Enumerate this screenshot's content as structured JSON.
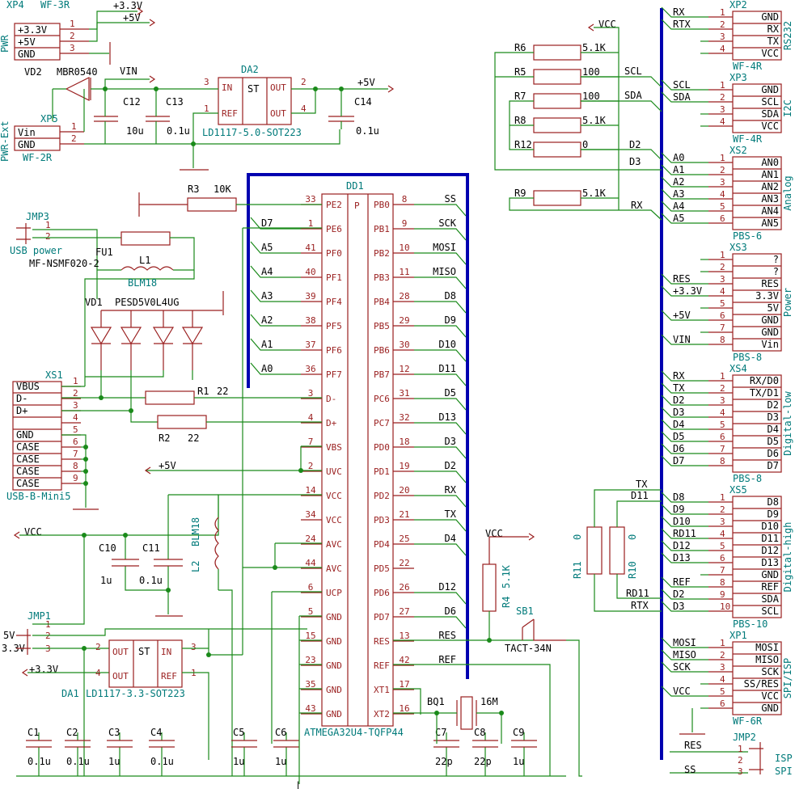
{
  "power_in": {
    "xp4": "XP4",
    "xp4_type": "WF-3R",
    "pwr_label": "PWR",
    "pins": [
      "+3.3V",
      "+5V",
      "GND"
    ],
    "net_3v3": "+3.3V",
    "net_5v": "+5V",
    "vd2": "VD2",
    "vd2_part": "MBR0540",
    "vin": "VIN",
    "xp5": "XP5",
    "pwr_ext": "PWR-Ext",
    "xp5_type": "WF-2R",
    "xp5_pins": [
      "Vin",
      "GND"
    ]
  },
  "da2": {
    "ref": "DA2",
    "part": "LD1117-5.0-SOT223",
    "st": "ST",
    "in": "IN",
    "out": "OUT",
    "ref_pin": "REF",
    "out_net": "+5V"
  },
  "caps_top": {
    "c12": "C12",
    "c12v": "10u",
    "c13": "C13",
    "c13v": "0.1u",
    "c14": "C14",
    "c14v": "0.1u"
  },
  "mcu": {
    "ref": "DD1",
    "part": "ATMEGA32U4-TQFP44",
    "p": "P",
    "left_pins": [
      {
        "num": "33",
        "name": "PE2",
        "net": ""
      },
      {
        "num": "1",
        "name": "PE6",
        "net": "D7"
      },
      {
        "num": "41",
        "name": "PF0",
        "net": "A5"
      },
      {
        "num": "40",
        "name": "PF1",
        "net": "A4"
      },
      {
        "num": "39",
        "name": "PF4",
        "net": "A3"
      },
      {
        "num": "38",
        "name": "PF5",
        "net": "A2"
      },
      {
        "num": "37",
        "name": "PF6",
        "net": "A1"
      },
      {
        "num": "36",
        "name": "PF7",
        "net": "A0"
      },
      {
        "num": "3",
        "name": "D-",
        "net": ""
      },
      {
        "num": "4",
        "name": "D+",
        "net": ""
      },
      {
        "num": "7",
        "name": "VBS",
        "net": ""
      },
      {
        "num": "2",
        "name": "UVC",
        "net": ""
      },
      {
        "num": "14",
        "name": "VCC",
        "net": ""
      },
      {
        "num": "34",
        "name": "VCC",
        "net": ""
      },
      {
        "num": "24",
        "name": "AVC",
        "net": ""
      },
      {
        "num": "44",
        "name": "AVC",
        "net": ""
      },
      {
        "num": "6",
        "name": "UCP",
        "net": ""
      },
      {
        "num": "5",
        "name": "GND",
        "net": ""
      },
      {
        "num": "15",
        "name": "GND",
        "net": ""
      },
      {
        "num": "23",
        "name": "GND",
        "net": ""
      },
      {
        "num": "35",
        "name": "GND",
        "net": ""
      },
      {
        "num": "43",
        "name": "GND",
        "net": ""
      }
    ],
    "right_pins": [
      {
        "num": "8",
        "name": "PB0",
        "net": "SS"
      },
      {
        "num": "9",
        "name": "PB1",
        "net": "SCK"
      },
      {
        "num": "10",
        "name": "PB2",
        "net": "MOSI"
      },
      {
        "num": "11",
        "name": "PB3",
        "net": "MISO"
      },
      {
        "num": "28",
        "name": "PB4",
        "net": "D8"
      },
      {
        "num": "29",
        "name": "PB5",
        "net": "D9"
      },
      {
        "num": "30",
        "name": "PB6",
        "net": "D10"
      },
      {
        "num": "12",
        "name": "PB7",
        "net": "D11"
      },
      {
        "num": "31",
        "name": "PC6",
        "net": "D5"
      },
      {
        "num": "32",
        "name": "PC7",
        "net": "D13"
      },
      {
        "num": "18",
        "name": "PD0",
        "net": "D3"
      },
      {
        "num": "19",
        "name": "PD1",
        "net": "D2"
      },
      {
        "num": "20",
        "name": "PD2",
        "net": "RX"
      },
      {
        "num": "21",
        "name": "PD3",
        "net": "TX"
      },
      {
        "num": "25",
        "name": "PD4",
        "net": "D4"
      },
      {
        "num": "22",
        "name": "PD5",
        "net": ""
      },
      {
        "num": "26",
        "name": "PD6",
        "net": "D12"
      },
      {
        "num": "27",
        "name": "PD7",
        "net": "D6"
      },
      {
        "num": "13",
        "name": "RES",
        "net": "RES"
      },
      {
        "num": "42",
        "name": "REF",
        "net": "REF"
      },
      {
        "num": "17",
        "name": "XT1",
        "net": ""
      },
      {
        "num": "16",
        "name": "XT2",
        "net": ""
      }
    ]
  },
  "usb": {
    "jmp3": "JMP3",
    "usb_power": "USB power",
    "fu1": "FU1",
    "fu1_part": "MF-NSMF020-2",
    "l1": "L1",
    "l1_part": "BLM18",
    "vd1": "VD1",
    "vd1_part": "PESD5V0L4UG",
    "xs1": "XS1",
    "xs1_type": "USB-B-Mini5",
    "pins": [
      "VBUS",
      "D-",
      "D+",
      "",
      "GND",
      "CASE",
      "CASE",
      "CASE",
      "CASE"
    ],
    "r1": "R1",
    "r1v": "22",
    "r2": "R2",
    "r2v": "22",
    "r3": "R3",
    "r3v": "10K",
    "p5v": "+5V"
  },
  "lower_left": {
    "vcc": "VCC",
    "c10": "C10",
    "c10v": "1u",
    "c11": "C11",
    "c11v": "0.1u",
    "l2": "L2",
    "l2_part": "BLM18",
    "jmp1": "JMP1",
    "opt5v": "5V",
    "opt33": "3.3V",
    "p33": "+3.3V",
    "da1": "DA1",
    "da1_part": "LD1117-3.3-SOT223",
    "caps": [
      {
        "ref": "C1",
        "val": "0.1u"
      },
      {
        "ref": "C2",
        "val": "0.1u"
      },
      {
        "ref": "C3",
        "val": "1u"
      },
      {
        "ref": "C4",
        "val": "0.1u"
      },
      {
        "ref": "C5",
        "val": "1u"
      },
      {
        "ref": "C6",
        "val": "1u"
      },
      {
        "ref": "C7",
        "val": "22p"
      },
      {
        "ref": "C8",
        "val": "22p"
      },
      {
        "ref": "C9",
        "val": "1u"
      }
    ],
    "bq1": "BQ1",
    "bq1v": "16M",
    "r4": "R4",
    "r4v": "5.1K",
    "sb1": "SB1",
    "sb1_part": "TACT-34N"
  },
  "right_block": {
    "vcc": "VCC",
    "resistors": [
      {
        "ref": "R6",
        "val": "5.1K"
      },
      {
        "ref": "R5",
        "val": "100"
      },
      {
        "ref": "R7",
        "val": "100"
      },
      {
        "ref": "R8",
        "val": "5.1K"
      },
      {
        "ref": "R12",
        "val": "0"
      },
      {
        "ref": "R9",
        "val": "5.1K"
      }
    ],
    "nets": [
      "SCL",
      "SDA",
      "D2",
      "D3",
      "RX"
    ],
    "r11": "R11",
    "r11v": "0",
    "r10": "R10",
    "r10v": "0"
  },
  "connectors": [
    {
      "ref": "XP2",
      "type": "WF-4R",
      "group": "RS232",
      "left": [
        "RX",
        "RTX",
        "",
        ""
      ],
      "pins": [
        "GND",
        "RX",
        "TX",
        "VCC"
      ]
    },
    {
      "ref": "XP3",
      "type": "WF-4R",
      "group": "I2C",
      "left": [
        "SCL",
        "SDA",
        "",
        ""
      ],
      "pins": [
        "GND",
        "SCL",
        "SDA",
        "VCC"
      ]
    },
    {
      "ref": "XS2",
      "type": "PBS-6",
      "group": "Analog",
      "left": [
        "A0",
        "A1",
        "A2",
        "A3",
        "A4",
        "A5"
      ],
      "pins": [
        "AN0",
        "AN1",
        "AN2",
        "AN3",
        "AN4",
        "AN5"
      ]
    },
    {
      "ref": "XS3",
      "type": "PBS-8",
      "group": "Power",
      "left": [
        "",
        "",
        "RES",
        "+3.3V",
        "",
        "+5V",
        "",
        "VIN"
      ],
      "pins": [
        "?",
        "?",
        "RES",
        "3.3V",
        "5V",
        "GND",
        "GND",
        "Vin"
      ]
    },
    {
      "ref": "XS4",
      "type": "PBS-8",
      "group": "Digital-low",
      "left": [
        "RX",
        "TX",
        "D2",
        "D3",
        "D4",
        "D5",
        "D6",
        "D7"
      ],
      "pins": [
        "RX/D0",
        "TX/D1",
        "D2",
        "D3",
        "D4",
        "D5",
        "D6",
        "D7"
      ]
    },
    {
      "ref": "XS5",
      "type": "PBS-10",
      "group": "Digital-high",
      "left": [
        "D8",
        "D9",
        "D10",
        "RD11",
        "D12",
        "D13",
        "",
        "REF",
        "D2",
        "D3"
      ],
      "pins": [
        "D8",
        "D9",
        "D10",
        "D11",
        "D12",
        "D13",
        "GND",
        "REF",
        "SDA",
        "SCL"
      ]
    },
    {
      "ref": "XP1",
      "type": "WF-6R",
      "group": "SPI/ISP",
      "left": [
        "MOSI",
        "MISO",
        "SCK",
        "",
        "VCC",
        ""
      ],
      "pins": [
        "MOSI",
        "MISO",
        "SCK",
        "SS/RES",
        "VCC",
        "GND"
      ]
    }
  ],
  "misc_right": {
    "tx": "TX",
    "d11": "D11",
    "rd11": "RD11",
    "rtx": "RTX",
    "ref": "REF",
    "d2": "D2",
    "d3": "D3",
    "res": "RES",
    "ss": "SS"
  },
  "jmp2": {
    "ref": "JMP2",
    "isp": "ISP",
    "spi": "SPI"
  }
}
